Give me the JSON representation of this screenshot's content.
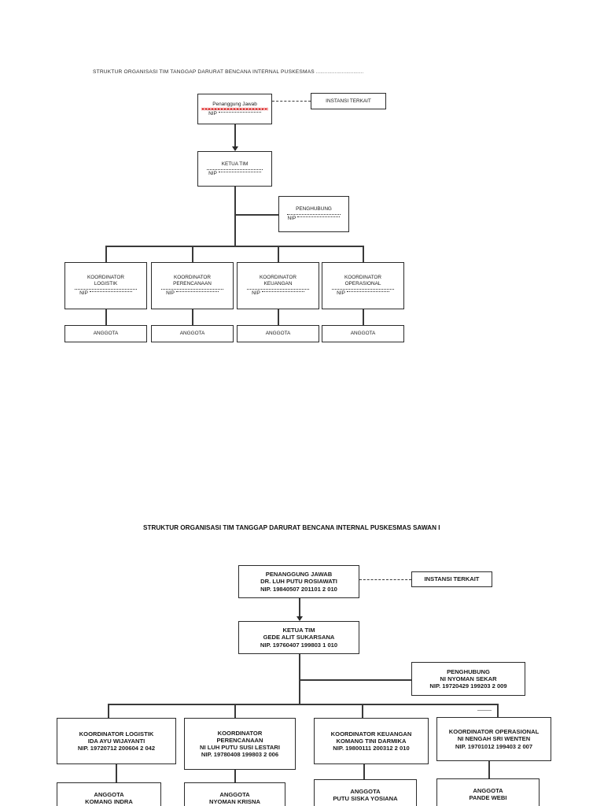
{
  "page": {
    "background": "#ffffff",
    "line_color": "#3a3a3a",
    "border_color": "#2b2b2b",
    "spellcheck_color": "#e03030"
  },
  "chart1": {
    "title": "STRUKTUR ORGANISASI TIM TANGGAP DARURAT BENCANA INTERNAL PUSKESMAS",
    "title_trailing": " .................................",
    "penanggung_jawab": {
      "role": "Penanggung Jawab",
      "name_blank": "",
      "nip_label": "NIP"
    },
    "instansi_terkait": {
      "label": "INSTANSI TERKAIT"
    },
    "ketua_tim": {
      "role": "KETUA TIM",
      "nip_label": "NIP"
    },
    "penghubung": {
      "role": "PENGHUBUNG",
      "nip_label": "NIP"
    },
    "coordinators": [
      {
        "role_line1": "KOORDINATOR",
        "role_line2": "LOGISTIK",
        "nip_label": "NIP"
      },
      {
        "role_line1": "KOORDINATOR",
        "role_line2": "PERENCANAAN",
        "nip_label": "NIP"
      },
      {
        "role_line1": "KOORDINATOR",
        "role_line2": "KEUANGAN",
        "nip_label": "NIP"
      },
      {
        "role_line1": "KOORDINATOR",
        "role_line2": "OPERASIONAL",
        "nip_label": "NIP"
      }
    ],
    "members": [
      {
        "label": "ANGGOTA"
      },
      {
        "label": "ANGGOTA"
      },
      {
        "label": "ANGGOTA"
      },
      {
        "label": "ANGGOTA"
      }
    ]
  },
  "chart2": {
    "title": "STRUKTUR ORGANISASI TIM TANGGAP DARURAT BENCANA INTERNAL PUSKESMAS SAWAN I",
    "penanggung_jawab": {
      "role": "PENANGGUNG JAWAB",
      "name": "DR. LUH PUTU ROSIAWATI",
      "nip": "NIP. 19840507 201101 2 010"
    },
    "instansi_terkait": {
      "label": "INSTANSI TERKAIT"
    },
    "ketua_tim": {
      "role": "KETUA TIM",
      "name": "GEDE ALIT SUKARSANA",
      "nip": "NIP. 19760407 199803 1 010"
    },
    "penghubung": {
      "role": "PENGHUBUNG",
      "name": "NI NYOMAN SEKAR",
      "nip": "NIP. 19720429 199203 2 009"
    },
    "coordinators": [
      {
        "role_line1": "KOORDINATOR LOGISTIK",
        "role_line2": "",
        "name": "IDA AYU WIJAYANTI",
        "nip": "NIP. 19720712 200604 2 042"
      },
      {
        "role_line1": "KOORDINATOR",
        "role_line2": "PERENCANAAN",
        "name": "NI LUH PUTU SUSI LESTARI",
        "nip": "NIP. 19780408 199803 2 006"
      },
      {
        "role_line1": "KOORDINATOR KEUANGAN",
        "role_line2": "",
        "name": "KOMANG TINI DARMIKA",
        "nip": "NIP. 19800111 200312 2 010"
      },
      {
        "role_line1": "KOORDINATOR OPERASIONAL",
        "role_line2": "",
        "name": "NI NENGAH SRI WENTEN",
        "nip": "NIP. 19701012 199403 2 007"
      }
    ],
    "members": [
      {
        "label": "ANGGOTA",
        "name": "KOMANG INDRA"
      },
      {
        "label": "ANGGOTA",
        "name": "NYOMAN KRISNA"
      },
      {
        "label": "ANGGOTA",
        "name": "PUTU SISKA YOSIANA"
      },
      {
        "label": "ANGGOTA",
        "name": "PANDE WEBI"
      }
    ]
  }
}
